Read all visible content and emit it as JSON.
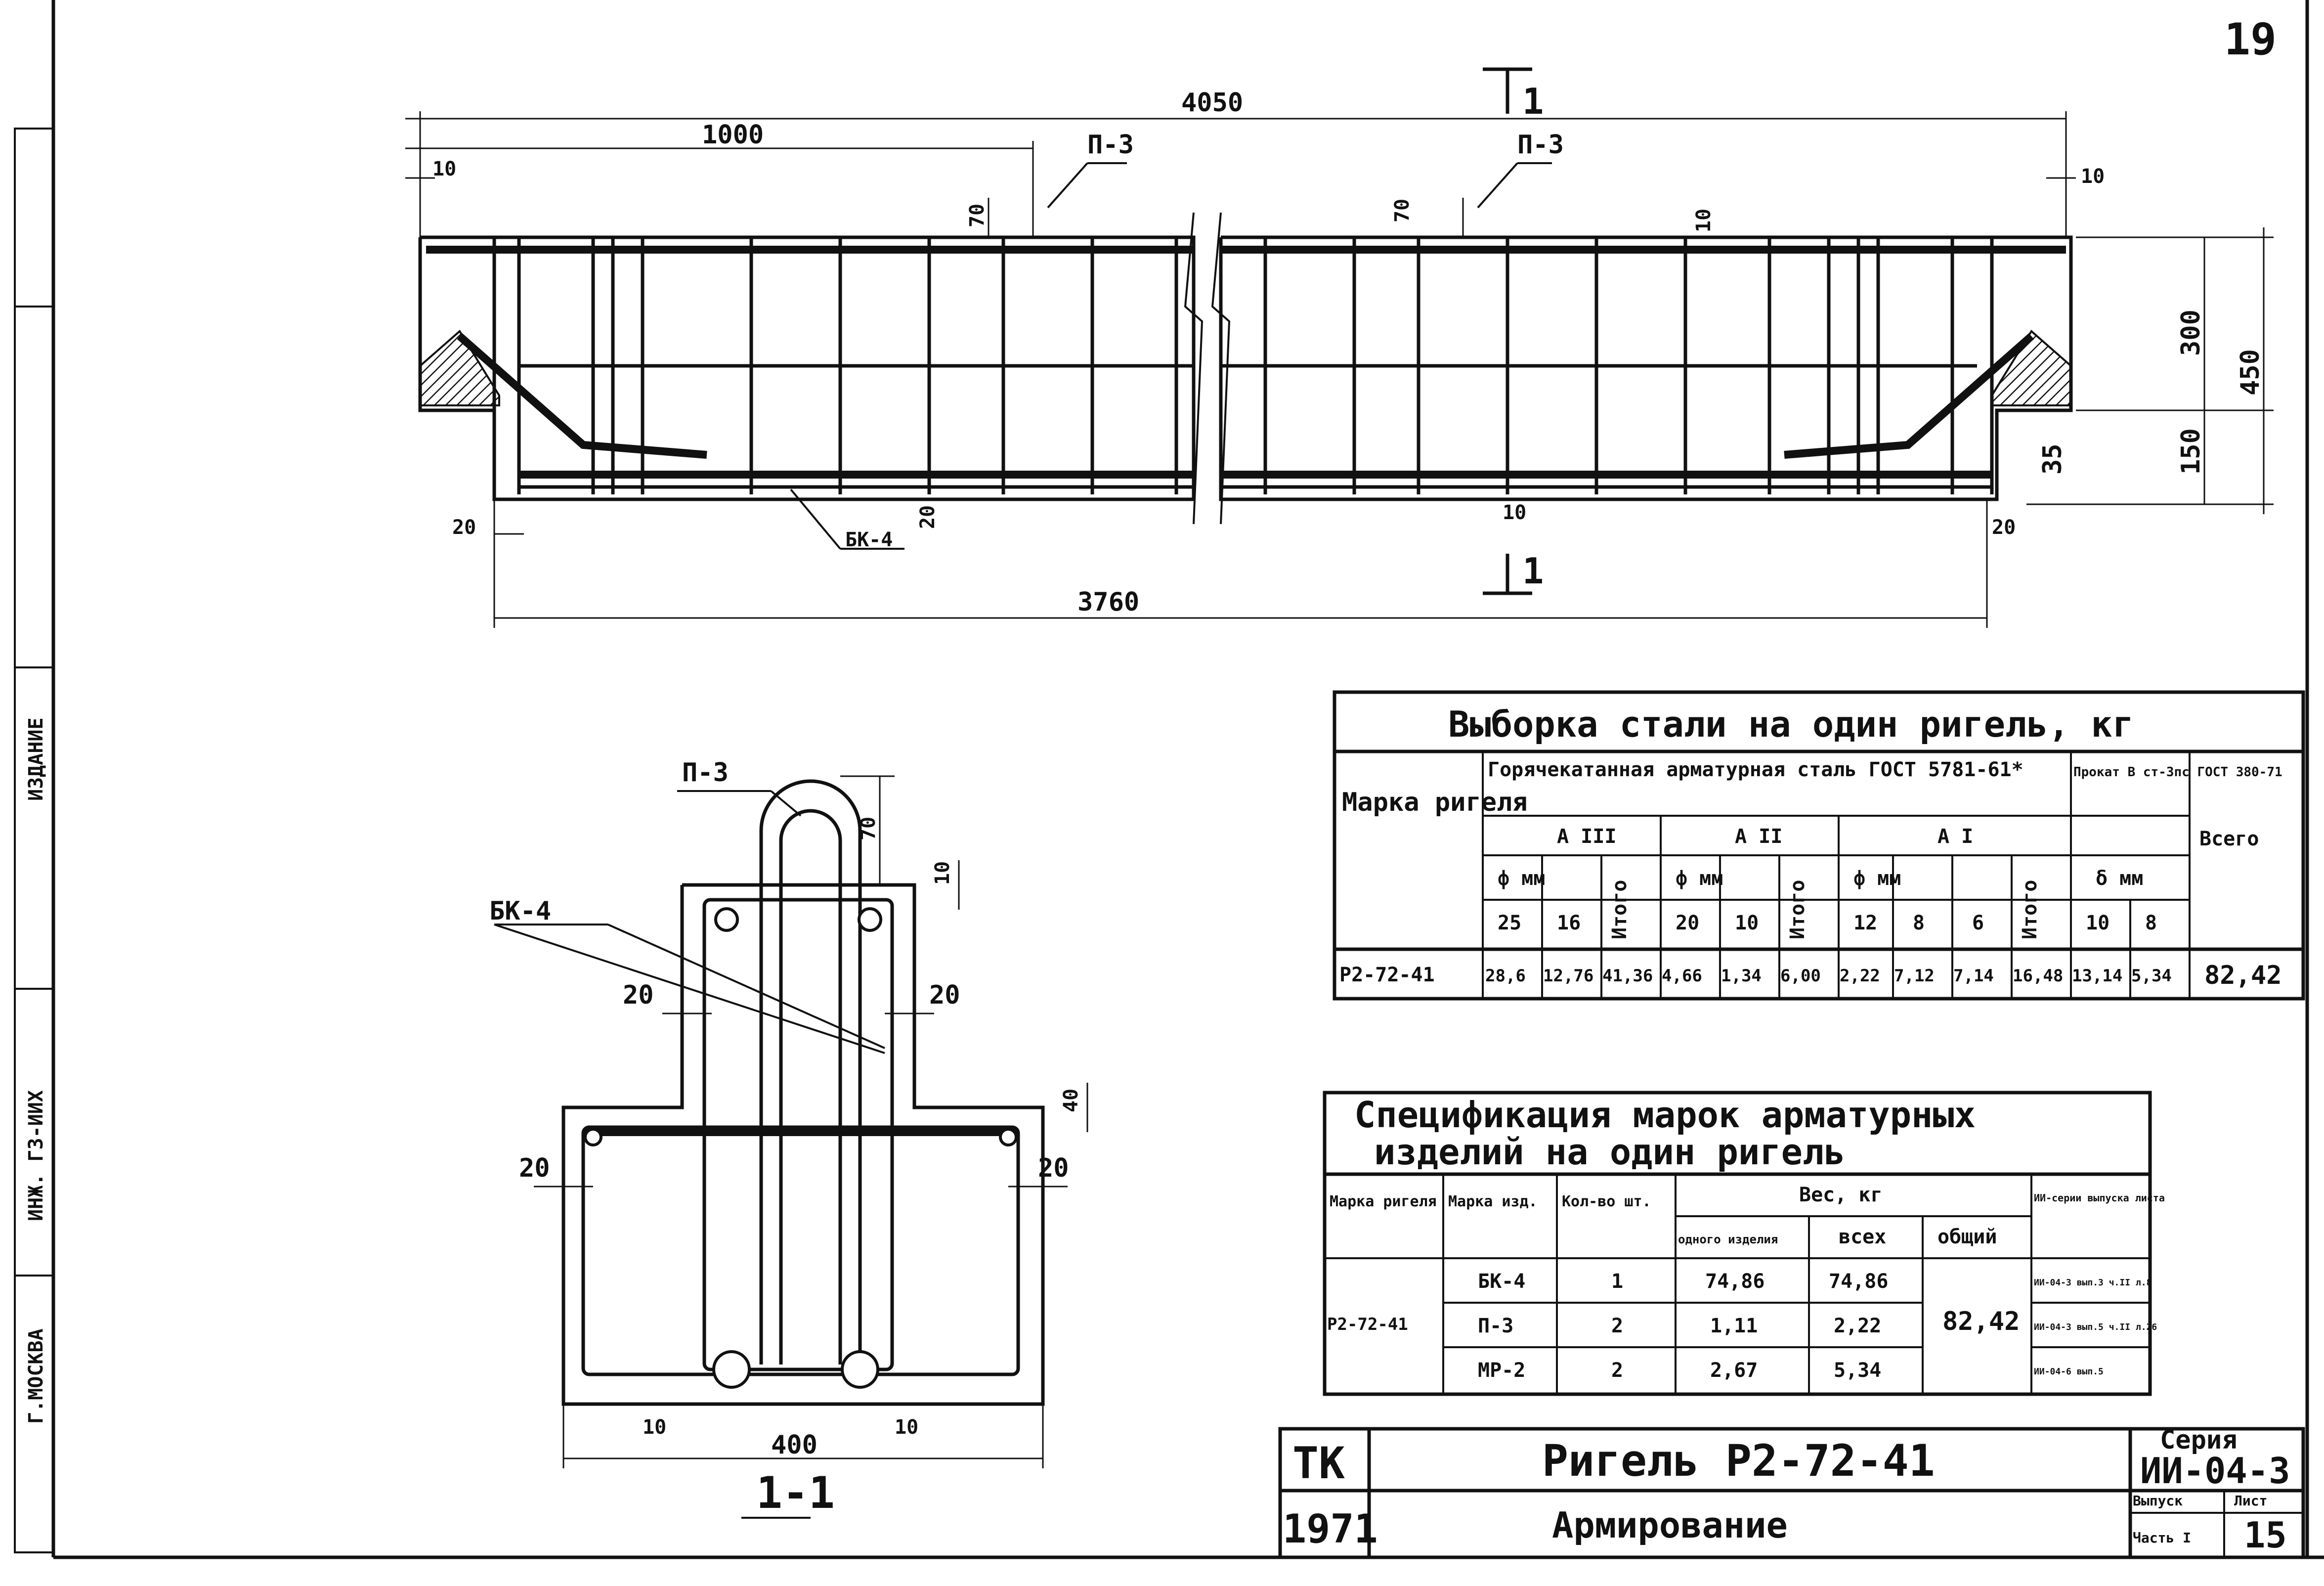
{
  "page_number": "19",
  "elevation": {
    "dim_total": "4050",
    "dim_left": "1000",
    "dim_bottom": "3760",
    "dim_end_left": "10",
    "dim_end_right": "10",
    "dim_cover_top_left": "70",
    "dim_cover_top_mid": "70",
    "dim_cover_mid2": "10",
    "dim_height_upper": "300",
    "dim_height_total": "450",
    "dim_height_lower": "150",
    "dim_bottom_35": "35",
    "dim_20_left": "20",
    "dim_20_under": "20",
    "dim_20_right": "20",
    "dim_10_mid": "10",
    "label_p3_left": "П-3",
    "label_p3_right": "П-3",
    "label_bk4": "БК-4",
    "section_mark_top": "1",
    "section_mark_bottom": "1"
  },
  "section": {
    "title": "1-1",
    "label_p3": "П-3",
    "label_bk4": "БК-4",
    "dim_70": "70",
    "dim_10_top": "10",
    "dim_20_left_web": "20",
    "dim_20_right_web": "20",
    "dim_20_left_flange": "20",
    "dim_20_right_flange": "20",
    "dim_40": "40",
    "dim_400": "400",
    "dim_10_bottom_left": "10",
    "dim_10_bottom_right": "10"
  },
  "steel_table": {
    "title": "Выборка стали на один ригель, кг",
    "col_mark": "Марка ригеля",
    "group_hot": "Горячекатанная арматурная сталь ГОСТ 5781-61*",
    "group_prokat": "Прокат В ст-3пс ГОСТ 380-71",
    "col_total": "Всего",
    "classes": [
      "А III",
      "А II",
      "А I"
    ],
    "phi_mm": "ф мм",
    "delta_mm": "δ мм",
    "itogo": "Итого",
    "diameters": [
      "25",
      "16",
      "20",
      "10",
      "12",
      "8",
      "6",
      "10",
      "8"
    ],
    "row": {
      "mark": "Р2-72-41",
      "values": [
        "28,6",
        "12,76",
        "41,36",
        "4,66",
        "1,34",
        "6,00",
        "2,22",
        "7,12",
        "7,14",
        "16,48",
        "13,14",
        "5,34"
      ],
      "total": "82,42"
    }
  },
  "spec_table": {
    "title_line1": "Спецификация марок арматурных",
    "title_line2": "изделий на один ригель",
    "col_mark": "Марка ригеля",
    "col_item": "Марка изд.",
    "col_qty": "Кол-во шт.",
    "col_weight": "Вес, кг",
    "col_one": "одного изделия",
    "col_all": "всех",
    "col_total": "общий",
    "col_ref": "ИИ-серии выпуска листа",
    "mark": "Р2-72-41",
    "total": "82,42",
    "rows": [
      {
        "item": "БК-4",
        "qty": "1",
        "one": "74,86",
        "all": "74,86",
        "ref": "ИИ-04-3 вып.3 ч.II л.8"
      },
      {
        "item": "П-3",
        "qty": "2",
        "one": "1,11",
        "all": "2,22",
        "ref": "ИИ-04-3 вып.5 ч.II л.26"
      },
      {
        "item": "МР-2",
        "qty": "2",
        "one": "2,67",
        "all": "5,34",
        "ref": "ИИ-04-6 вып.5"
      }
    ]
  },
  "title_block": {
    "org": "ТК",
    "year": "1971",
    "title": "Ригель Р2-72-41",
    "subtitle": "Армирование",
    "series_label": "Серия",
    "series_value": "ИИ-04-3",
    "issue_label": "Выпуск",
    "sheet_label": "Лист",
    "issue_value": "Часть I",
    "sheet_value": "15"
  },
  "left_margin": {
    "text_1": "ИЗДАНИЕ",
    "text_2": "ИНЖ. ГЗ-ИИХ",
    "text_3": "Г.МОСКВА"
  }
}
